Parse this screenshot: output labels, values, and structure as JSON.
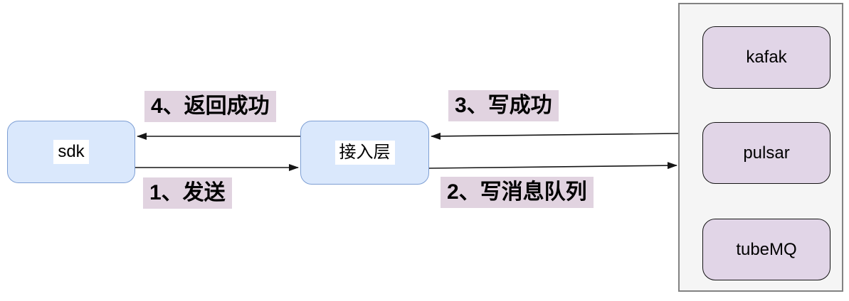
{
  "diagram": {
    "nodes": {
      "sdk": {
        "label": "sdk"
      },
      "access_layer": {
        "label": "接入层"
      },
      "mq_group": {
        "items": [
          {
            "label": "kafak"
          },
          {
            "label": "pulsar"
          },
          {
            "label": "tubeMQ"
          }
        ]
      }
    },
    "arrows": [
      {
        "id": "send",
        "label": "1、发送",
        "from": "sdk",
        "to": "access_layer",
        "direction": "right"
      },
      {
        "id": "write_mq",
        "label": "2、写消息队列",
        "from": "access_layer",
        "to": "mq_group",
        "direction": "right"
      },
      {
        "id": "write_ok",
        "label": "3、写成功",
        "from": "mq_group",
        "to": "access_layer",
        "direction": "left"
      },
      {
        "id": "return_ok",
        "label": "4、返回成功",
        "from": "access_layer",
        "to": "sdk",
        "direction": "left"
      }
    ]
  },
  "colors": {
    "canvas_bg": "#ffffff",
    "node_blue_fill": "#dae8fc",
    "node_blue_border": "#7e9fd4",
    "node_purple_fill": "#e1d5e7",
    "node_purple_border": "#141414",
    "group_fill": "#f5f5f5",
    "group_border": "#828282",
    "label_highlight": "#e1d3e0",
    "arrow_color": "#161616",
    "text_color": "#000000"
  }
}
